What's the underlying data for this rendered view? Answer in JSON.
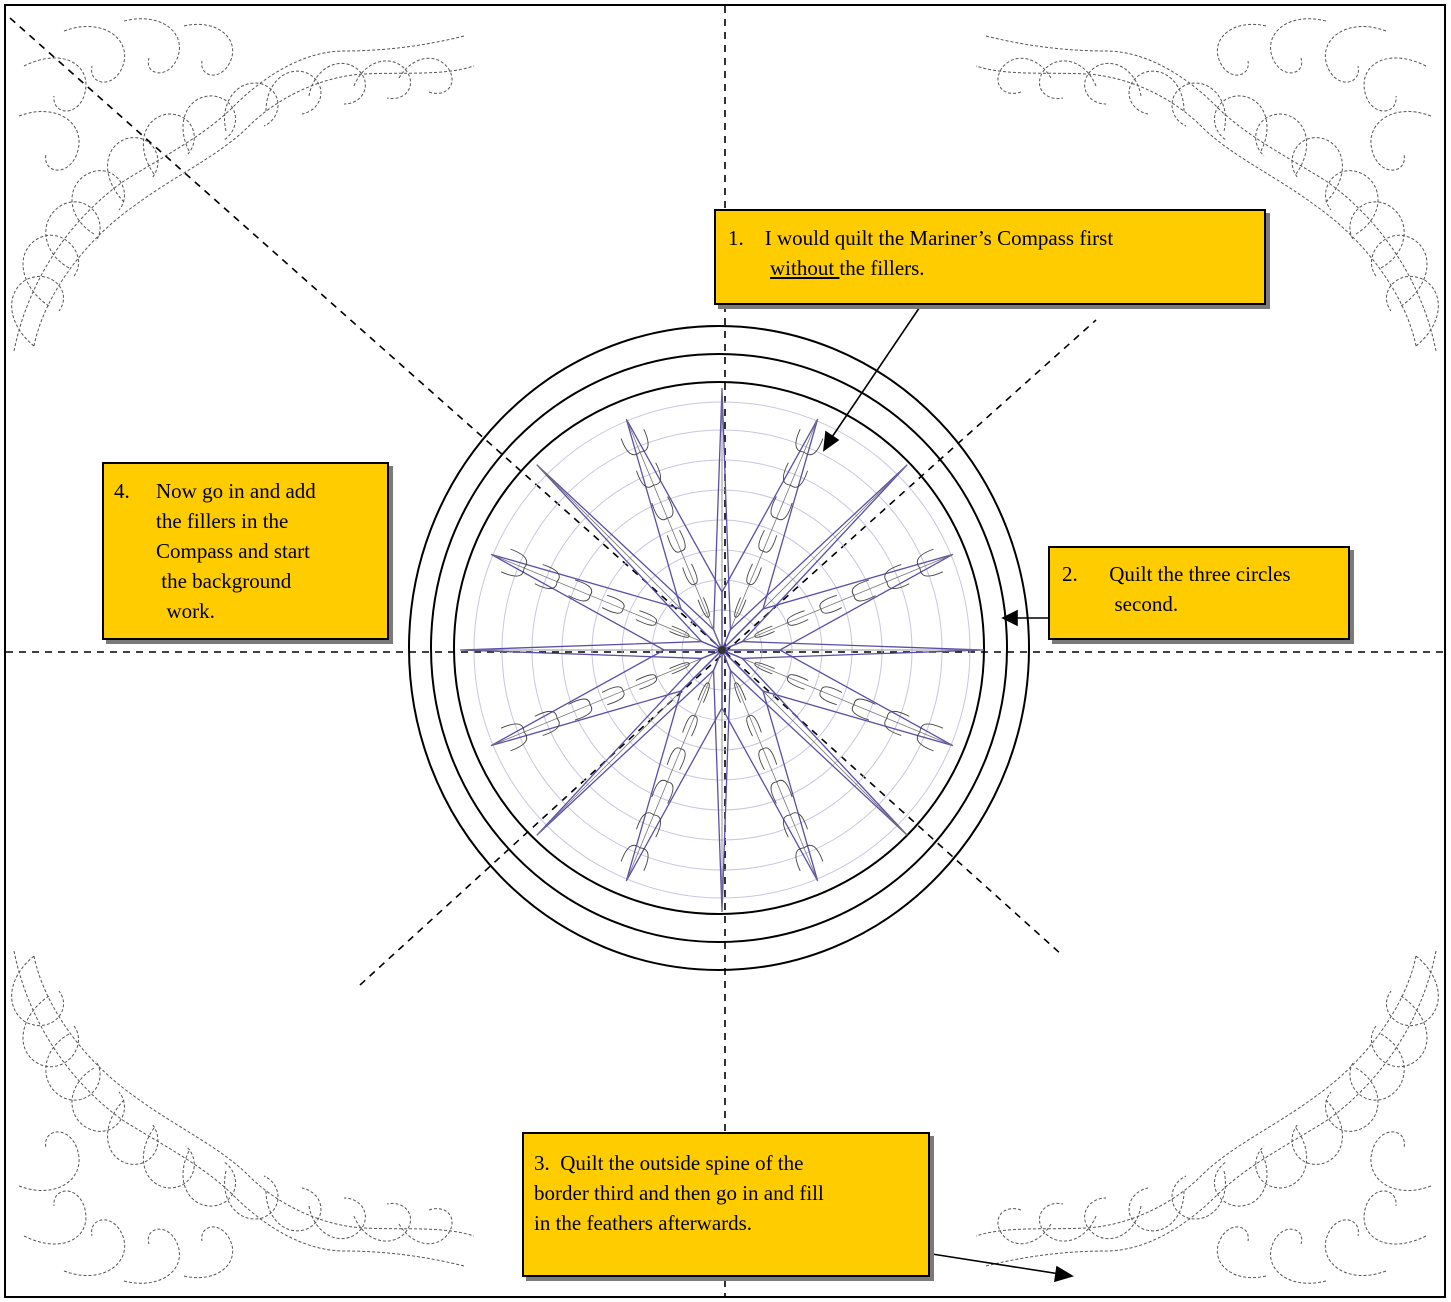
{
  "notes": {
    "n1": {
      "num": "1.",
      "line1": "I would quilt the Mariner’s Compass first",
      "line2_underlined": "without ",
      "line2_rest": "the fillers."
    },
    "n2": {
      "num": "2.",
      "line1": "Quilt the three circles",
      "line2": "second."
    },
    "n3": {
      "line1": "3.  Quilt the outside spine of the",
      "line2": "border third and then go in and fill",
      "line3": "in the feathers afterwards."
    },
    "n4": {
      "num": "4.",
      "line1": "Now go in and add",
      "line2": "the fillers in the",
      "line3": "Compass and start",
      "line4": "the background",
      "line5": "work."
    }
  },
  "colors": {
    "callout_fill": "#ffcc00",
    "compass_points": "#5a4fa8",
    "guide_rings": "#c9c6e0",
    "stitch": "#555555"
  }
}
